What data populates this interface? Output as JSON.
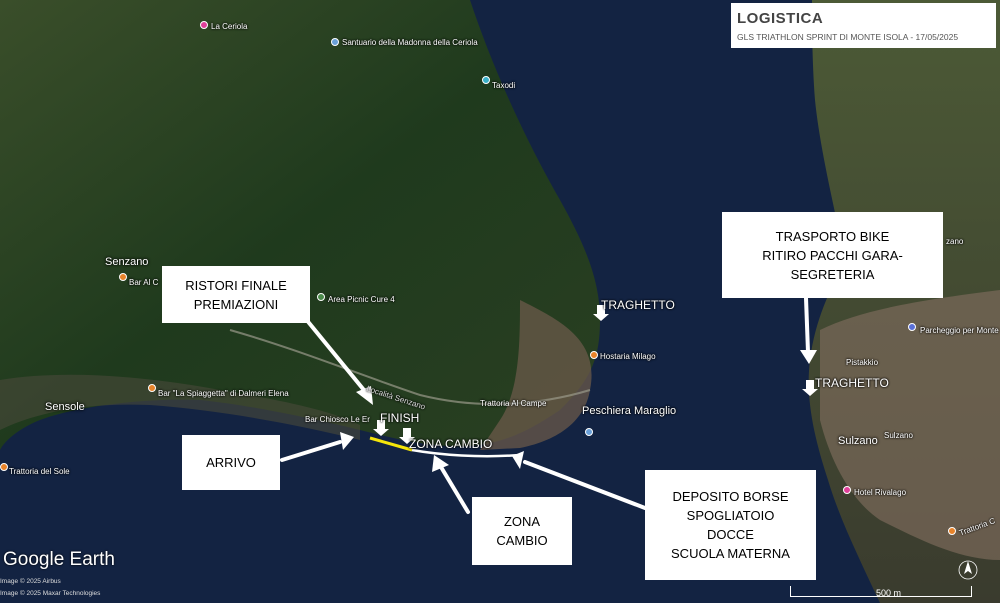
{
  "title_card": {
    "title": "LOGISTICA",
    "subtitle": "GLS TRIATHLON SPRINT DI MONTE ISOLA - 17/05/2025"
  },
  "callouts": {
    "ristori": [
      "RISTORI FINALE",
      "PREMIAZIONI"
    ],
    "arrivo": [
      "ARRIVO"
    ],
    "zona_cambio": [
      "ZONA",
      "CAMBIO"
    ],
    "deposito": [
      "DEPOSITO BORSE",
      "SPOGLIATOIO",
      "DOCCE",
      "SCUOLA MATERNA"
    ],
    "trasporto": [
      "TRASPORTO BIKE",
      "RITIRO PACCHI GARA-",
      "SEGRETERIA"
    ]
  },
  "map_tags": {
    "traghetto_west": "TRAGHETTO",
    "traghetto_east": "TRAGHETTO",
    "finish": "FINISH",
    "zona_cambio": "ZONA CAMBIO"
  },
  "places": {
    "la_ceriola": "La Ceriola",
    "santuario": "Santuario della Madonna della Ceriola",
    "taxodi": "Taxodi",
    "senzano": "Senzano",
    "bar_al_c": "Bar Al C",
    "area_picnic": "Area Picnic Cure 4",
    "hostaria": "Hostaria Milago",
    "localita_senzano": "Località Senzano",
    "trattoria_campe": "Trattoria Al Campe",
    "peschiera": "Peschiera Maraglio",
    "sensole": "Sensole",
    "bar_spiaggetta": "Bar \"La Spiaggetta\" di Dalmeri Elena",
    "bar_chiosco": "Bar Chiosco Le Er",
    "trattoria_sole": "Trattoria del Sole",
    "pistakkio": "Pistakkio",
    "parcheggio": "Parcheggio per Monte",
    "sulzano_big": "Sulzano",
    "sulzano": "Sulzano",
    "hotel_rivalago": "Hotel Rivalago",
    "trattoria_c": "Trattoria C",
    "zano": "zano"
  },
  "attribution": {
    "logo": "Google Earth",
    "credit1": "Image © 2025 Airbus",
    "credit2": "Image © 2025 Maxar Technologies",
    "scale": "500 m"
  },
  "colors": {
    "lake": "#12203a",
    "land": "#243d1f",
    "course_highlight": "#f5e50a",
    "poi_orange": "#e8832a",
    "poi_pink": "#e0409a"
  }
}
